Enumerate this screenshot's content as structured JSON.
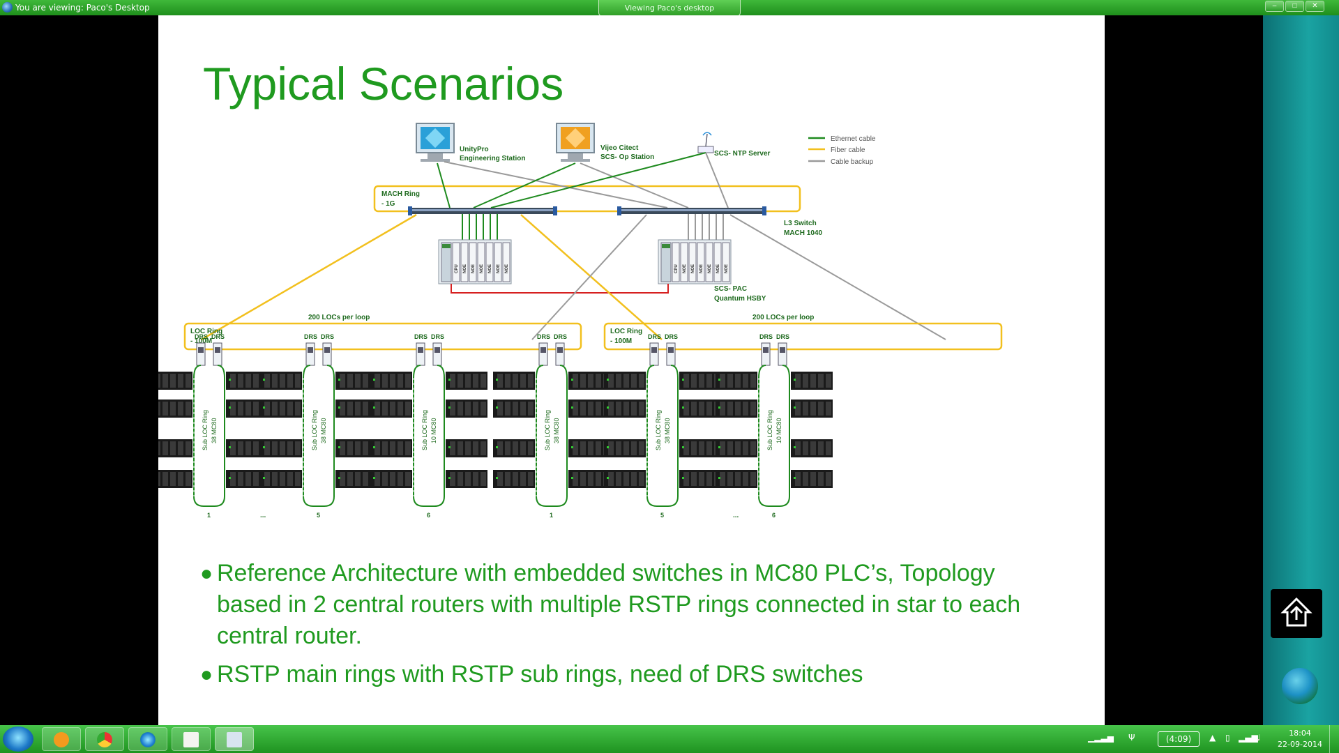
{
  "window": {
    "title": "You are viewing: Paco's Desktop",
    "viewing_tab": "Viewing Paco's desktop"
  },
  "slide": {
    "title": "Typical Scenarios",
    "legend": [
      "Ethernet cable",
      "Fiber cable",
      "Cable backup"
    ],
    "labels": {
      "unitypro_1": "UnityPro",
      "unitypro_2": "Engineering Station",
      "vijeo_1": "Vijeo Citect",
      "vijeo_2": "SCS- Op Station",
      "ntp": "SCS- NTP Server",
      "mach_ring_1": "MACH Ring",
      "mach_ring_2": "- 1G",
      "l3_1": "L3 Switch",
      "l3_2": "MACH 1040",
      "scs_pac_1": "SCS- PAC",
      "scs_pac_2": "Quantum HSBY",
      "locs_per_loop": "200 LOCs per loop",
      "loc_ring_1": "LOC Ring",
      "loc_ring_2": "- 100M",
      "drs": "DRS",
      "sub_loc": "Sub LOC Ring",
      "mc80_38": "38 MC80",
      "mc80_10": "10 MC80",
      "n1": "1",
      "n5": "5",
      "n6": "6",
      "ellipsis": "...",
      "cpu": "CPU",
      "noe": "NOE"
    },
    "bullets": [
      "Reference Architecture with embedded switches in MC80 PLC’s, Topology based in 2 central routers with multiple RSTP rings connected in star to each central router.",
      "RSTP main rings with RSTP sub rings, need of DRS switches"
    ],
    "colors": {
      "title_green": "#1f9a1f",
      "ethernet": "#1e8a1e",
      "fiber": "#f2c01e",
      "backup": "#9a9a9a",
      "red_link": "#d62020"
    }
  },
  "taskbar": {
    "battery": "(4:09)",
    "time": "18:04",
    "date": "22-09-2014"
  }
}
